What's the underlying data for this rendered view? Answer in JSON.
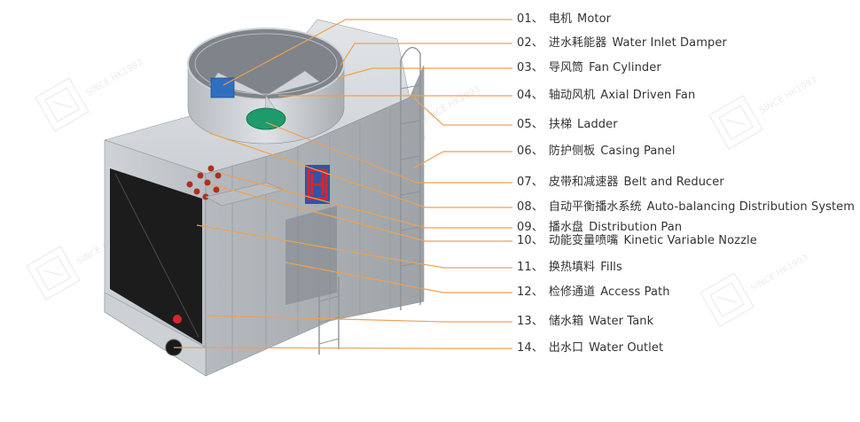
{
  "components": [
    {
      "num": "01、",
      "zh": "电机",
      "en": "Motor"
    },
    {
      "num": "02、",
      "zh": "进水耗能器",
      "en": "Water Inlet Damper"
    },
    {
      "num": "03、",
      "zh": "导风筒",
      "en": "Fan Cylinder"
    },
    {
      "num": "04、",
      "zh": "轴动风机",
      "en": "Axial Driven Fan"
    },
    {
      "num": "05、",
      "zh": "扶梯",
      "en": "Ladder"
    },
    {
      "num": "06、",
      "zh": "防护侧板",
      "en": "Casing Panel"
    },
    {
      "num": "07、",
      "zh": "皮带和减速器",
      "en": "Belt and Reducer"
    },
    {
      "num": "08、",
      "zh": "自动平衡播水系统",
      "en": "Auto-balancing Distribution System"
    },
    {
      "num": "09、",
      "zh": "播水盘",
      "en": "Distribution Pan"
    },
    {
      "num": "10、",
      "zh": "动能变量喷嘴",
      "en": "Kinetic Variable Nozzle"
    },
    {
      "num": "11、",
      "zh": "换热填料",
      "en": "Fills"
    },
    {
      "num": "12、",
      "zh": "检修通道",
      "en": "Access Path"
    },
    {
      "num": "13、",
      "zh": "储水箱",
      "en": "Water Tank"
    },
    {
      "num": "14、",
      "zh": "出水口",
      "en": "Water Outlet"
    }
  ],
  "watermark": "SINCE HK1993",
  "colors": {
    "leader_line": "#f0a050",
    "casing": "#c4c8cc",
    "casing_dark": "#a9aeb3",
    "casing_light": "#dde0e3",
    "fill_media": "#1c1c1c",
    "fan_blade": "#d0d4d8",
    "motor": "#2f6fc0",
    "reducer": "#1f9a6a",
    "logo_red": "#d8262c",
    "logo_blue": "#2d55a8",
    "label_text": "#333333"
  }
}
